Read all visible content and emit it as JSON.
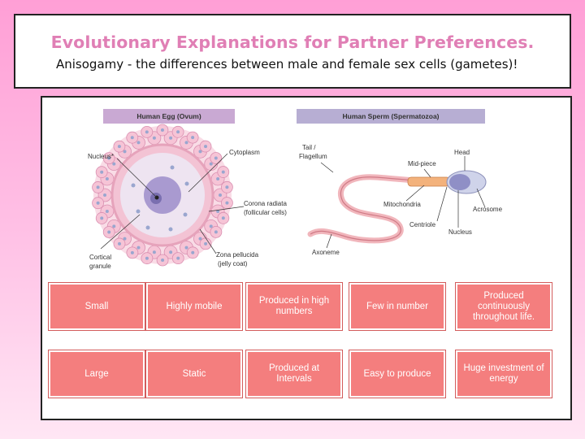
{
  "title": "Evolutionary Explanations for Partner Preferences.",
  "subtitle": "Anisogamy - the differences between male and female sex cells (gametes)!",
  "figure": {
    "egg_header": "Human Egg (Ovum)",
    "sperm_header": "Human Sperm (Spermatozoa)",
    "egg_labels": {
      "nucleus": "Nucleus*",
      "cytoplasm": "Cytoplasm",
      "corona": "Corona radiata",
      "corona_sub": "(follicular cells)",
      "cortical": "Cortical",
      "cortical_sub": "granule",
      "zona": "Zona pellucida",
      "zona_sub": "(jelly coat)"
    },
    "sperm_labels": {
      "tail": "Tail /",
      "tail_sub": "Flagellum",
      "head": "Head",
      "midpiece": "Mid-piece",
      "mitochondria": "Mitochondria",
      "acrosome": "Acrosome",
      "centriole": "Centriole",
      "nucleus": "Nucleus",
      "axoneme": "Axoneme"
    }
  },
  "comparison": {
    "sperm_row": [
      "Small",
      "Highly mobile",
      "Produced in high numbers",
      "Few in number",
      "Produced continuously throughout life."
    ],
    "egg_row": [
      "Large",
      "Static",
      "Produced at Intervals",
      "Easy to produce",
      "Huge investment of energy"
    ]
  },
  "colors": {
    "title": "#e07fb5",
    "cell_fill": "#f47e7e",
    "egg_band": "#c9a9d3",
    "sperm_band": "#b7aed3"
  }
}
